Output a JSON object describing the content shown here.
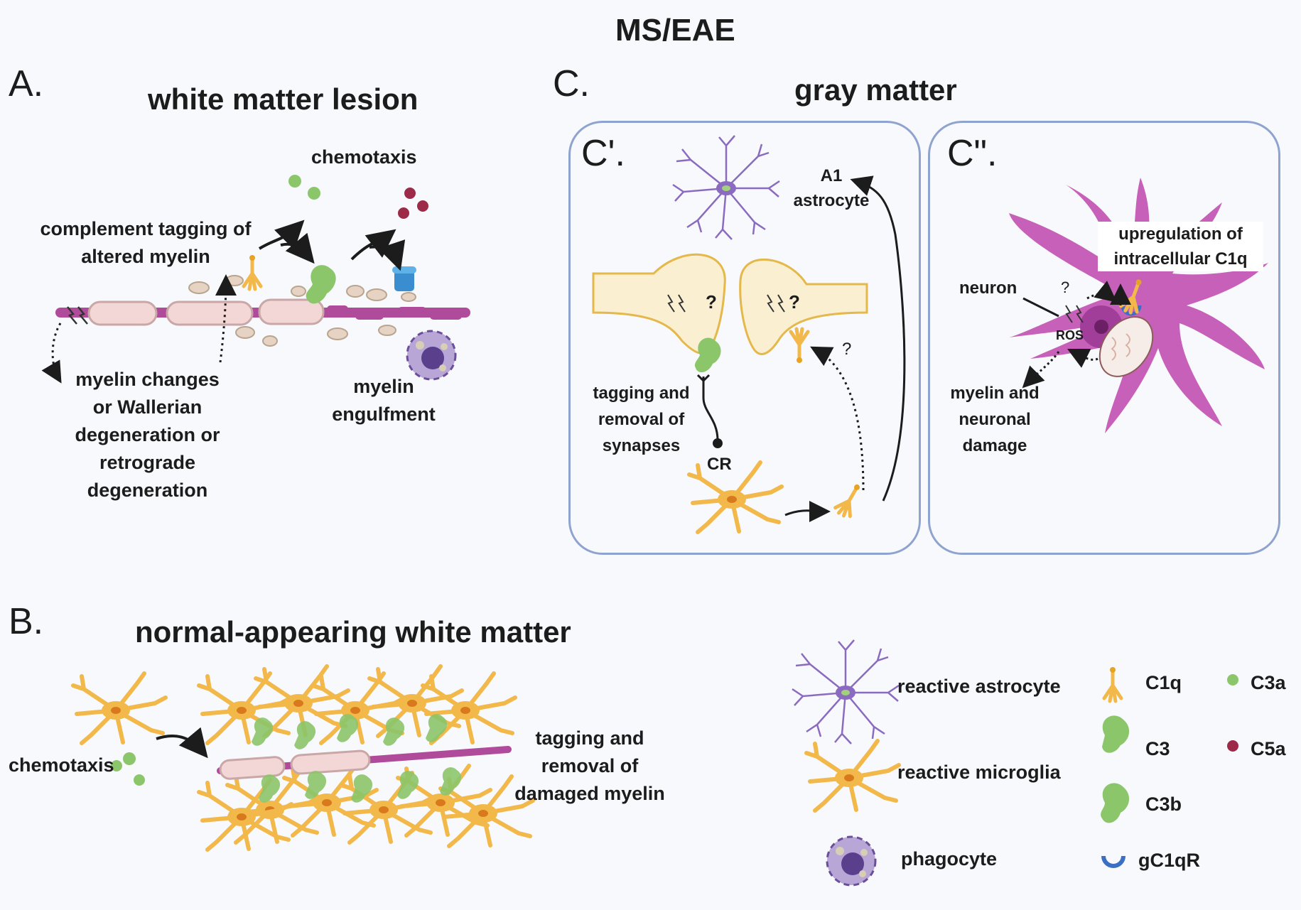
{
  "main_title": "MS/EAE",
  "panel_a": {
    "letter": "A.",
    "title": "white matter lesion",
    "chemotaxis": "chemotaxis",
    "complement_tagging": "complement tagging of altered myelin",
    "myelin_changes": "myelin changes or Wallerian degeneration or retrograde degeneration",
    "myelin_engulfment": "myelin engulfment"
  },
  "panel_b": {
    "letter": "B.",
    "title": "normal-appearing white matter",
    "chemotaxis": "chemotaxis",
    "tagging_removal": "tagging and removal of damaged myelin"
  },
  "panel_c": {
    "letter": "C.",
    "title": "gray matter",
    "c_prime": {
      "letter": "C'.",
      "a1_astrocyte": "A1 astrocyte",
      "question": "?",
      "tagging_synapses": "tagging and removal of synapses",
      "cr": "CR"
    },
    "c_double": {
      "letter": "C\".",
      "upregulation": "upregulation of intracellular C1q",
      "neuron": "neuron",
      "question": "?",
      "ros": "ROS",
      "myelin_damage": "myelin and neuronal damage"
    }
  },
  "legend": {
    "reactive_astrocyte": "reactive astrocyte",
    "reactive_microglia": "reactive microglia",
    "phagocyte": "phagocyte",
    "c1q": "C1q",
    "c3": "C3",
    "c3b": "C3b",
    "gc1qr": "gC1qR",
    "c3a": "C3a",
    "c5a": "C5a"
  },
  "colors": {
    "myelin_purple": "#b04a9a",
    "neuron_magenta": "#c760b8",
    "microglia_orange": "#f2b84a",
    "complement_green": "#8cc66b",
    "c5a_red": "#9e2a4a",
    "astrocyte_violet": "#8a6bbf",
    "synapse_fill": "#fbefd2",
    "box_border": "#8fa3cf"
  }
}
